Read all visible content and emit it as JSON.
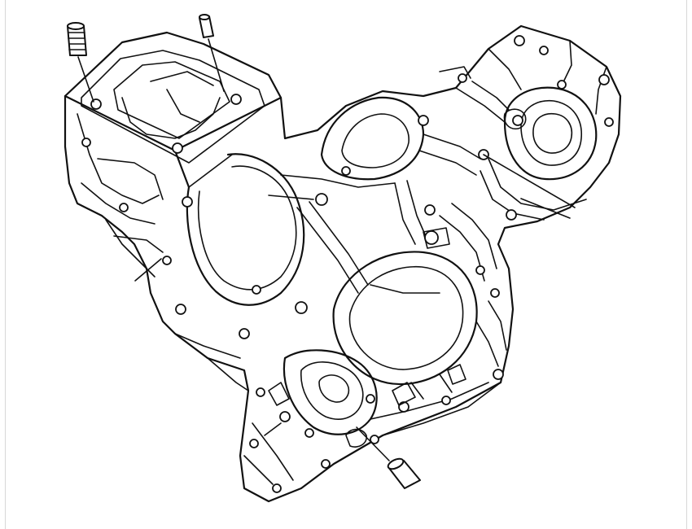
{
  "figure": {
    "background": "#ffffff",
    "line_color": "#111111",
    "frame_color": "#d8d8d8",
    "parts": [
      {
        "name": "timing-cover-housing",
        "icon": "engine-front-cover"
      },
      {
        "name": "stud-bolt",
        "icon": "threaded-stud"
      },
      {
        "name": "dowel-pin-top",
        "icon": "dowel-pin"
      },
      {
        "name": "dowel-pin-bottom",
        "icon": "dowel-pin"
      }
    ]
  }
}
